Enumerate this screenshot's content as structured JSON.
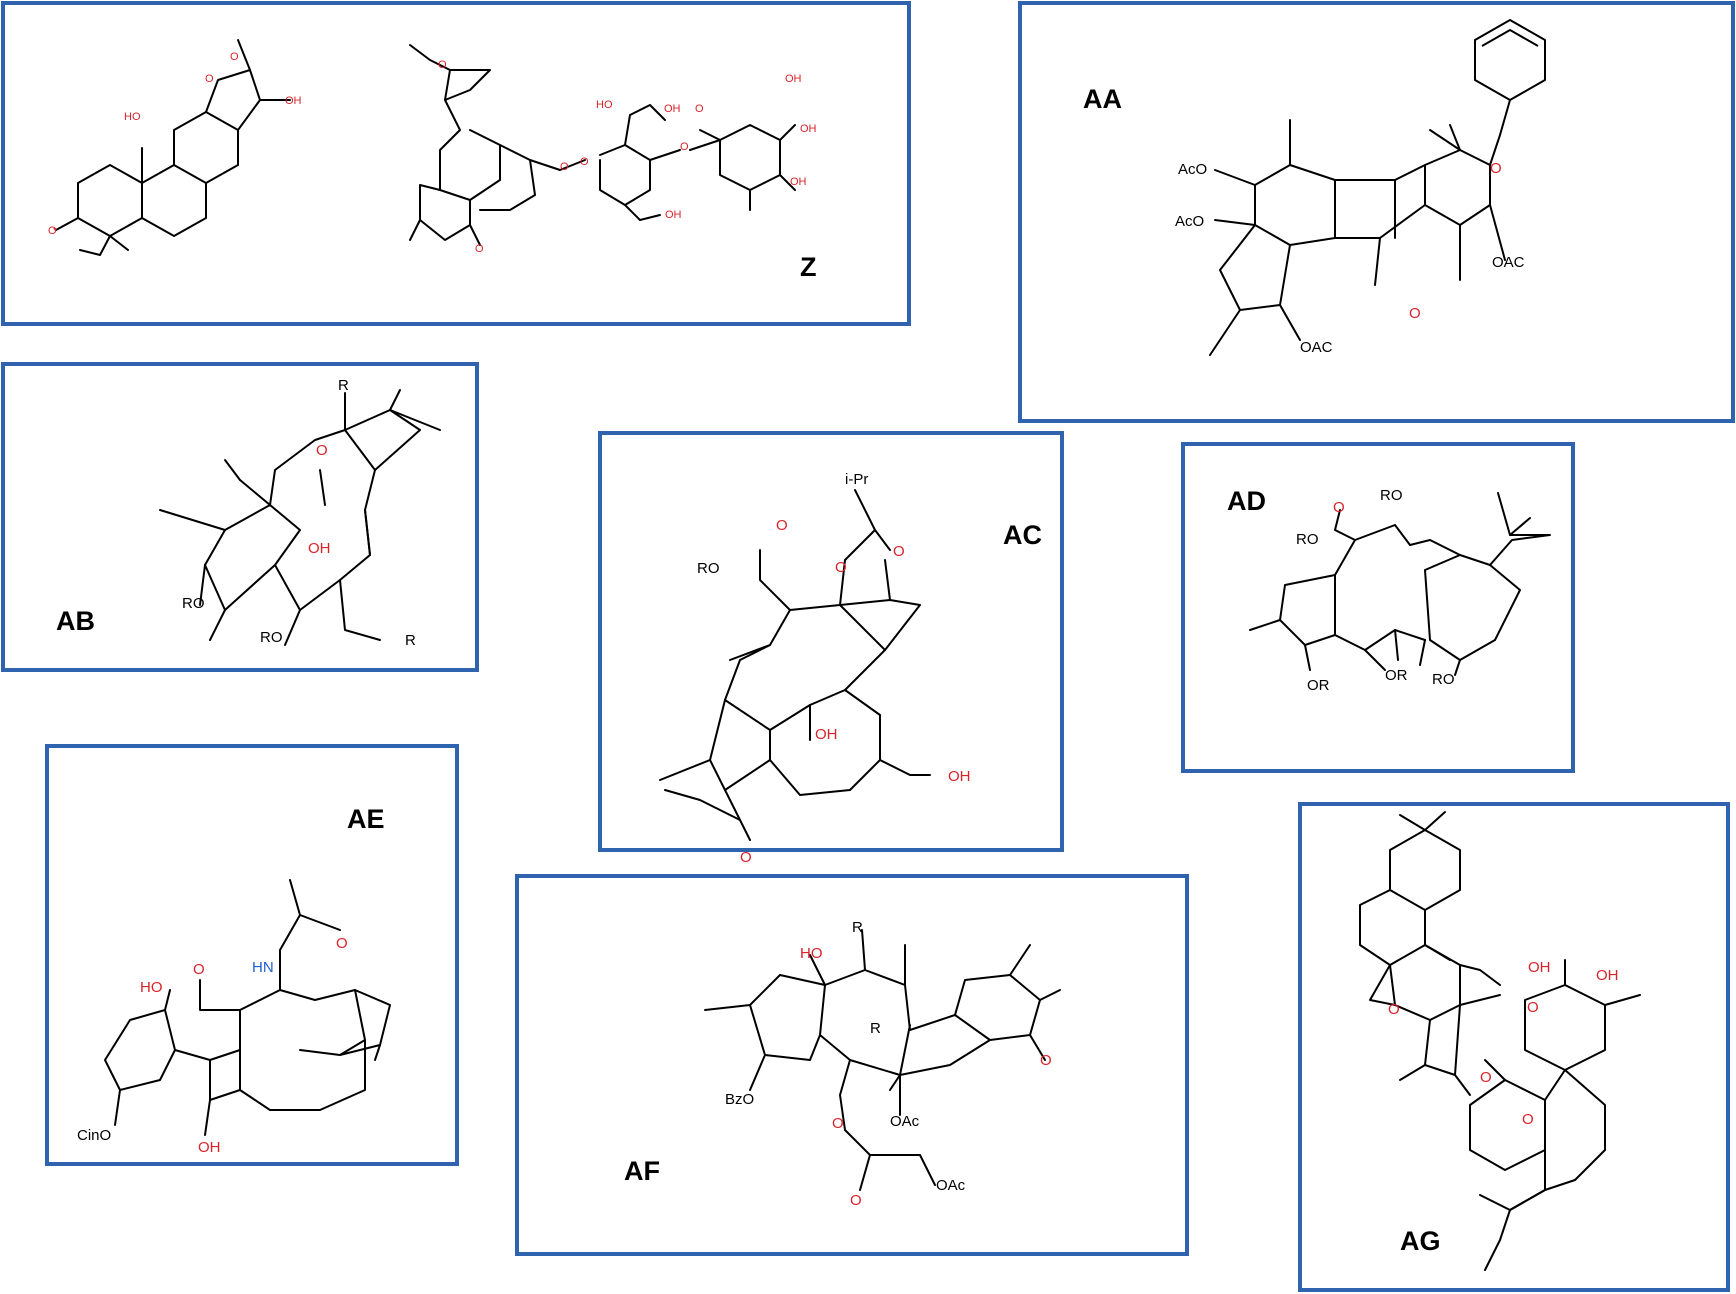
{
  "colors": {
    "frame": "#2f63ae",
    "oxygen": "#d8232a",
    "nitrogen": "#1f5fd1",
    "bond": "#000000"
  },
  "panels": [
    {
      "id": "Z",
      "groups": [
        "O",
        "HO",
        "OH",
        "O",
        "O",
        "O",
        "O",
        "HO",
        "OH",
        "OH",
        "OH",
        "OH",
        "O",
        "O",
        "OH",
        "O",
        "O"
      ]
    },
    {
      "id": "AA",
      "groups": [
        "AcO",
        "AcO",
        "O",
        "OAC",
        "OAC",
        "O"
      ]
    },
    {
      "id": "AB",
      "groups": [
        "R",
        "O",
        "OH",
        "RO",
        "RO",
        "R"
      ]
    },
    {
      "id": "AC",
      "groups": [
        "i-Pr",
        "O",
        "O",
        "O",
        "RO",
        "OH",
        "OH",
        "O"
      ]
    },
    {
      "id": "AD",
      "groups": [
        "O",
        "RO",
        "RO",
        "OR",
        "OR",
        "RO"
      ]
    },
    {
      "id": "AE",
      "groups": [
        "HN",
        "O",
        "HO",
        "O",
        "CinO",
        "OH"
      ]
    },
    {
      "id": "AF",
      "groups": [
        "R",
        "HO",
        "R",
        "O",
        "BzO",
        "O",
        "OAc",
        "O",
        "OAc"
      ]
    },
    {
      "id": "AG",
      "groups": [
        "OH",
        "OH",
        "O",
        "O",
        "O",
        "O"
      ]
    }
  ]
}
